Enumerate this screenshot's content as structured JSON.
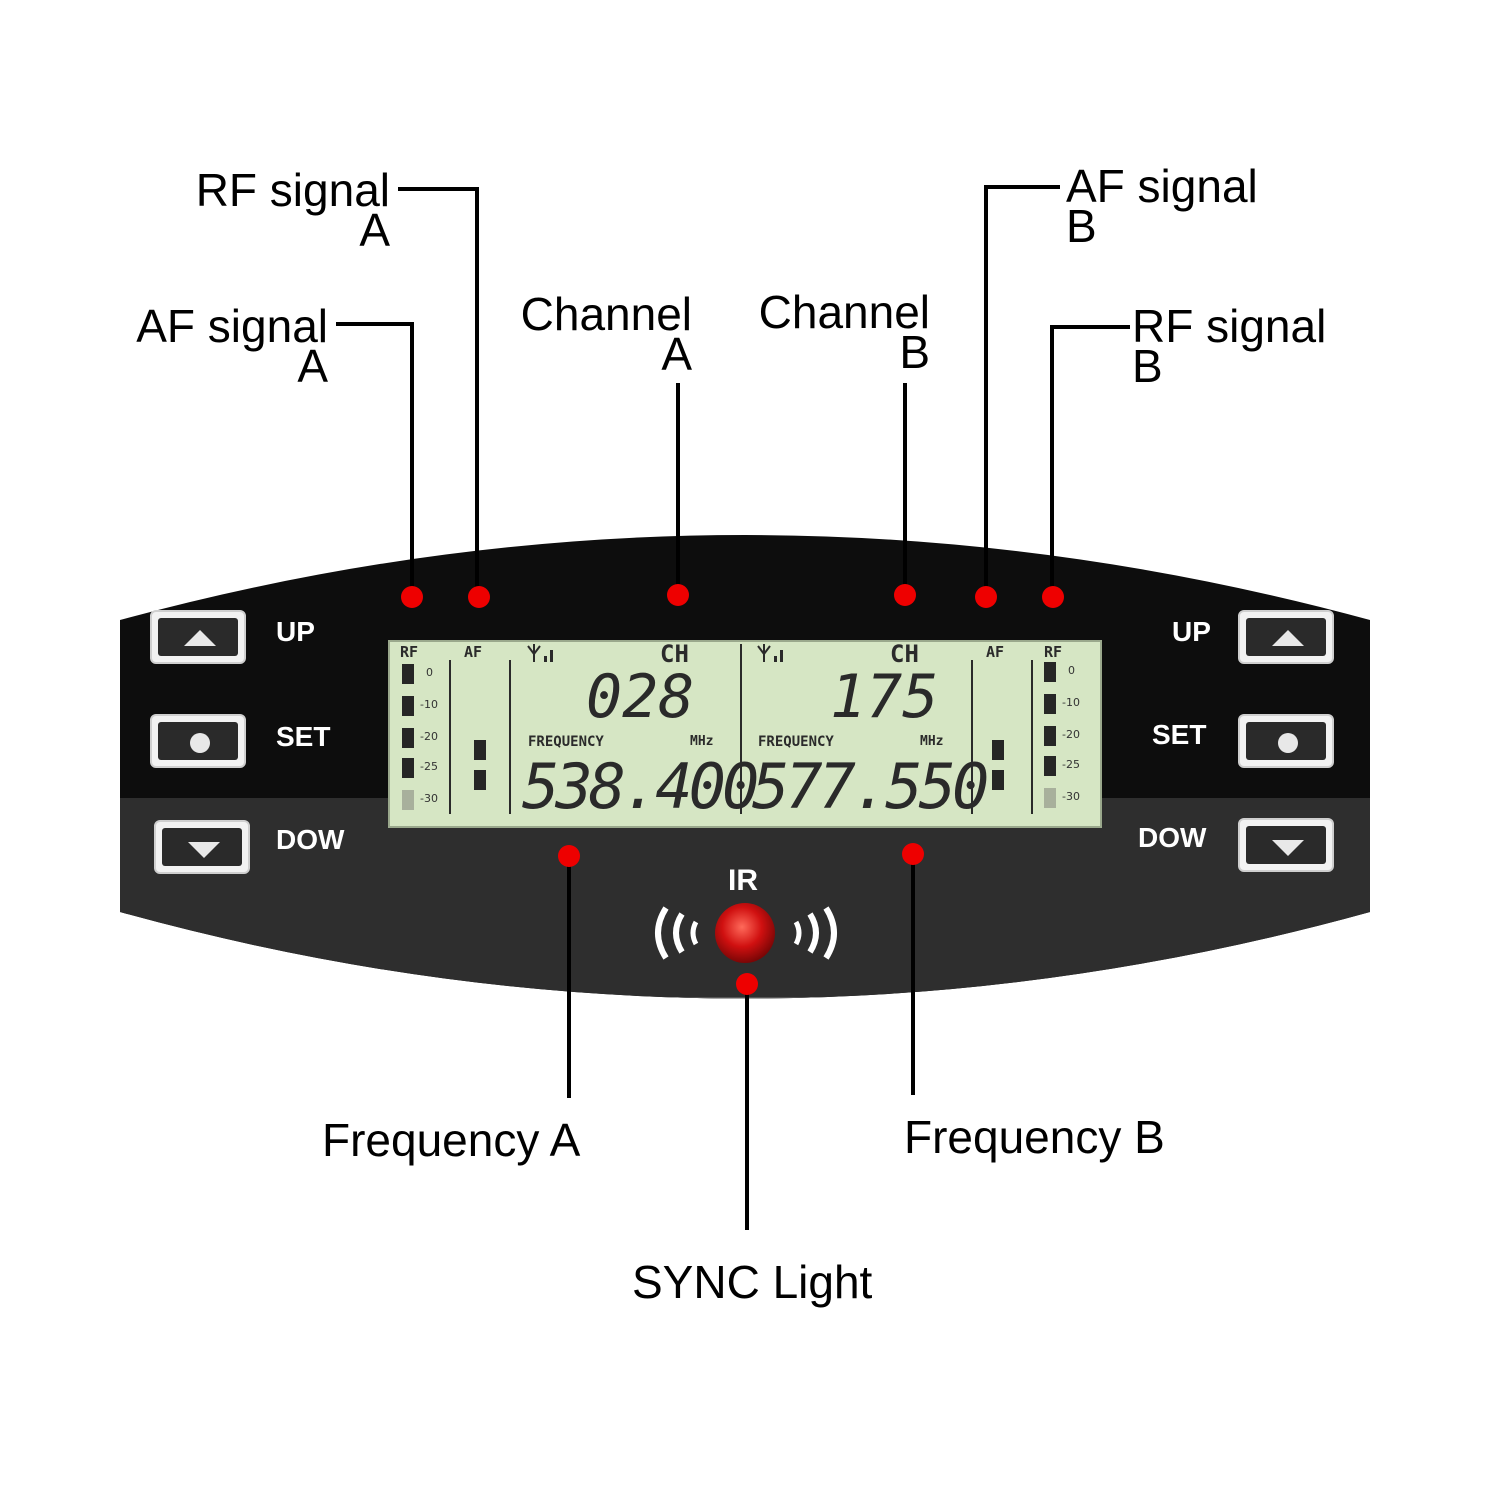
{
  "callouts": {
    "rf_a": {
      "line1": "RF signal",
      "line2": "A"
    },
    "af_a": {
      "line1": "AF signal",
      "line2": "A"
    },
    "channel_a": {
      "line1": "Channel",
      "line2": "A"
    },
    "channel_b": {
      "line1": "Channel",
      "line2": "B"
    },
    "af_b": {
      "line1": "AF signal",
      "line2": "B"
    },
    "rf_b": {
      "line1": "RF signal",
      "line2": "B"
    },
    "frequency_a": "Frequency A",
    "frequency_b": "Frequency B",
    "sync_light": "SYNC Light"
  },
  "buttons": {
    "left": {
      "up": "UP",
      "set": "SET",
      "down": "DOW"
    },
    "right": {
      "up": "UP",
      "set": "SET",
      "down": "DOW"
    }
  },
  "ir_label": "IR",
  "lcd": {
    "rf_label": "RF",
    "af_label": "AF",
    "ch_label": "CH",
    "frequency_label": "FREQUENCY",
    "unit": "MHz",
    "scale_ticks": [
      "0",
      "-10",
      "-20",
      "-25",
      "-30"
    ],
    "channel_a": "028",
    "channel_b": "175",
    "frequency_a": "538.400",
    "frequency_b": "577.550"
  },
  "colors": {
    "marker": "#ee0000",
    "panel": "#111111",
    "lcd_background": "#d6e6c4",
    "led": "#d01010"
  }
}
